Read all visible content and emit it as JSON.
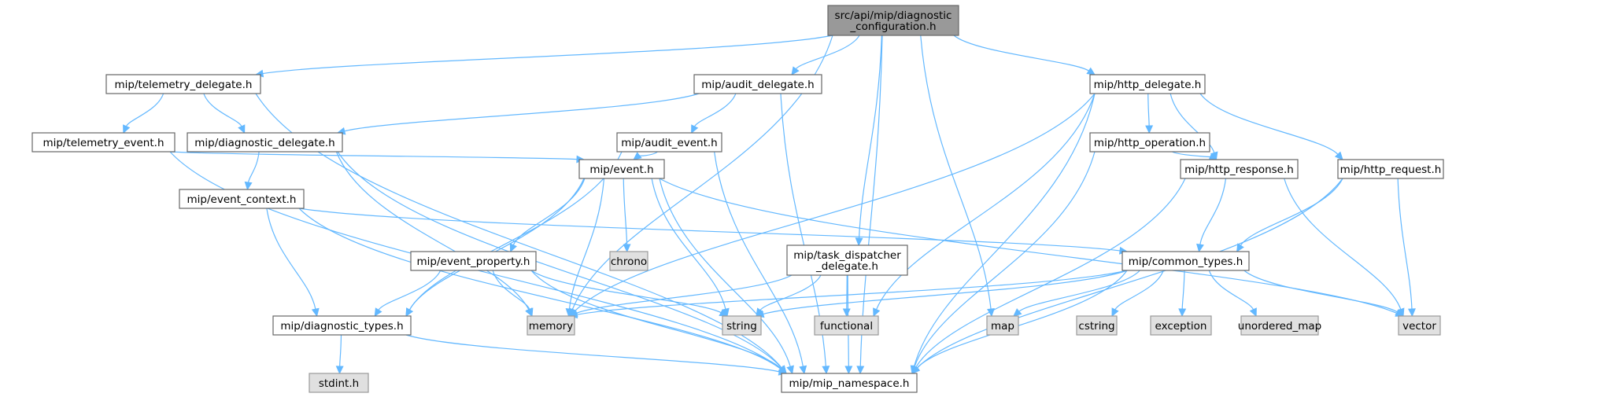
{
  "colors": {
    "root_fill": "#999999",
    "root_stroke": "#666666",
    "header_fill": "#ffffff",
    "header_stroke": "#666666",
    "system_fill": "#e0e0e0",
    "system_stroke": "#999999",
    "edge": "#63b8ff",
    "text": "#000000"
  },
  "nodes": [
    {
      "id": "root",
      "lines": [
        "src/api/mip/diagnostic",
        "_configuration.h"
      ],
      "kind": "root"
    },
    {
      "id": "telemetry_delegate",
      "lines": [
        "mip/telemetry_delegate.h"
      ],
      "kind": "header"
    },
    {
      "id": "audit_delegate",
      "lines": [
        "mip/audit_delegate.h"
      ],
      "kind": "header"
    },
    {
      "id": "http_delegate",
      "lines": [
        "mip/http_delegate.h"
      ],
      "kind": "header"
    },
    {
      "id": "telemetry_event",
      "lines": [
        "mip/telemetry_event.h"
      ],
      "kind": "header"
    },
    {
      "id": "diagnostic_delegate",
      "lines": [
        "mip/diagnostic_delegate.h"
      ],
      "kind": "header"
    },
    {
      "id": "audit_event",
      "lines": [
        "mip/audit_event.h"
      ],
      "kind": "header"
    },
    {
      "id": "http_operation",
      "lines": [
        "mip/http_operation.h"
      ],
      "kind": "header"
    },
    {
      "id": "event_context",
      "lines": [
        "mip/event_context.h"
      ],
      "kind": "header"
    },
    {
      "id": "event",
      "lines": [
        "mip/event.h"
      ],
      "kind": "header"
    },
    {
      "id": "http_response",
      "lines": [
        "mip/http_response.h"
      ],
      "kind": "header"
    },
    {
      "id": "http_request",
      "lines": [
        "mip/http_request.h"
      ],
      "kind": "header"
    },
    {
      "id": "chrono",
      "lines": [
        "chrono"
      ],
      "kind": "system"
    },
    {
      "id": "event_property",
      "lines": [
        "mip/event_property.h"
      ],
      "kind": "header"
    },
    {
      "id": "task_dispatcher",
      "lines": [
        "mip/task_dispatcher",
        "_delegate.h"
      ],
      "kind": "header"
    },
    {
      "id": "common_types",
      "lines": [
        "mip/common_types.h"
      ],
      "kind": "header"
    },
    {
      "id": "diagnostic_types",
      "lines": [
        "mip/diagnostic_types.h"
      ],
      "kind": "header"
    },
    {
      "id": "memory",
      "lines": [
        "memory"
      ],
      "kind": "system"
    },
    {
      "id": "string",
      "lines": [
        "string"
      ],
      "kind": "system"
    },
    {
      "id": "functional",
      "lines": [
        "functional"
      ],
      "kind": "system"
    },
    {
      "id": "map",
      "lines": [
        "map"
      ],
      "kind": "system"
    },
    {
      "id": "cstring",
      "lines": [
        "cstring"
      ],
      "kind": "system"
    },
    {
      "id": "exception",
      "lines": [
        "exception"
      ],
      "kind": "system"
    },
    {
      "id": "unordered_map",
      "lines": [
        "unordered_map"
      ],
      "kind": "system"
    },
    {
      "id": "vector",
      "lines": [
        "vector"
      ],
      "kind": "system"
    },
    {
      "id": "stdint",
      "lines": [
        "stdint.h"
      ],
      "kind": "system"
    },
    {
      "id": "mip_namespace",
      "lines": [
        "mip/mip_namespace.h"
      ],
      "kind": "header"
    }
  ],
  "edges": [
    [
      "root",
      "telemetry_delegate"
    ],
    [
      "root",
      "audit_delegate"
    ],
    [
      "root",
      "http_delegate"
    ],
    [
      "root",
      "memory"
    ],
    [
      "root",
      "task_dispatcher"
    ],
    [
      "root",
      "map"
    ],
    [
      "root",
      "mip_namespace"
    ],
    [
      "telemetry_delegate",
      "telemetry_event"
    ],
    [
      "telemetry_delegate",
      "diagnostic_delegate"
    ],
    [
      "telemetry_delegate",
      "mip_namespace"
    ],
    [
      "audit_delegate",
      "diagnostic_delegate"
    ],
    [
      "audit_delegate",
      "audit_event"
    ],
    [
      "audit_delegate",
      "mip_namespace"
    ],
    [
      "http_delegate",
      "http_operation"
    ],
    [
      "http_delegate",
      "http_response"
    ],
    [
      "http_delegate",
      "http_request"
    ],
    [
      "http_delegate",
      "memory"
    ],
    [
      "http_delegate",
      "functional"
    ],
    [
      "http_delegate",
      "mip_namespace"
    ],
    [
      "telemetry_event",
      "event"
    ],
    [
      "telemetry_event",
      "mip_namespace"
    ],
    [
      "diagnostic_delegate",
      "event_context"
    ],
    [
      "diagnostic_delegate",
      "memory"
    ],
    [
      "diagnostic_delegate",
      "mip_namespace"
    ],
    [
      "audit_event",
      "event"
    ],
    [
      "audit_event",
      "diagnostic_types"
    ],
    [
      "audit_event",
      "mip_namespace"
    ],
    [
      "http_operation",
      "http_response"
    ],
    [
      "http_operation",
      "mip_namespace"
    ],
    [
      "event_context",
      "common_types"
    ],
    [
      "event_context",
      "diagnostic_types"
    ],
    [
      "event_context",
      "mip_namespace"
    ],
    [
      "event",
      "chrono"
    ],
    [
      "event",
      "event_property"
    ],
    [
      "event",
      "diagnostic_types"
    ],
    [
      "event",
      "memory"
    ],
    [
      "event",
      "string"
    ],
    [
      "event",
      "vector"
    ],
    [
      "event",
      "mip_namespace"
    ],
    [
      "http_response",
      "common_types"
    ],
    [
      "http_response",
      "vector"
    ],
    [
      "http_response",
      "mip_namespace"
    ],
    [
      "http_request",
      "common_types"
    ],
    [
      "http_request",
      "vector"
    ],
    [
      "http_request",
      "mip_namespace"
    ],
    [
      "event_property",
      "diagnostic_types"
    ],
    [
      "event_property",
      "memory"
    ],
    [
      "event_property",
      "string"
    ],
    [
      "event_property",
      "mip_namespace"
    ],
    [
      "task_dispatcher",
      "memory"
    ],
    [
      "task_dispatcher",
      "string"
    ],
    [
      "task_dispatcher",
      "functional"
    ],
    [
      "task_dispatcher",
      "mip_namespace"
    ],
    [
      "common_types",
      "memory"
    ],
    [
      "common_types",
      "string"
    ],
    [
      "common_types",
      "map"
    ],
    [
      "common_types",
      "cstring"
    ],
    [
      "common_types",
      "exception"
    ],
    [
      "common_types",
      "unordered_map"
    ],
    [
      "common_types",
      "vector"
    ],
    [
      "common_types",
      "mip_namespace"
    ],
    [
      "diagnostic_types",
      "stdint"
    ],
    [
      "diagnostic_types",
      "mip_namespace"
    ]
  ]
}
